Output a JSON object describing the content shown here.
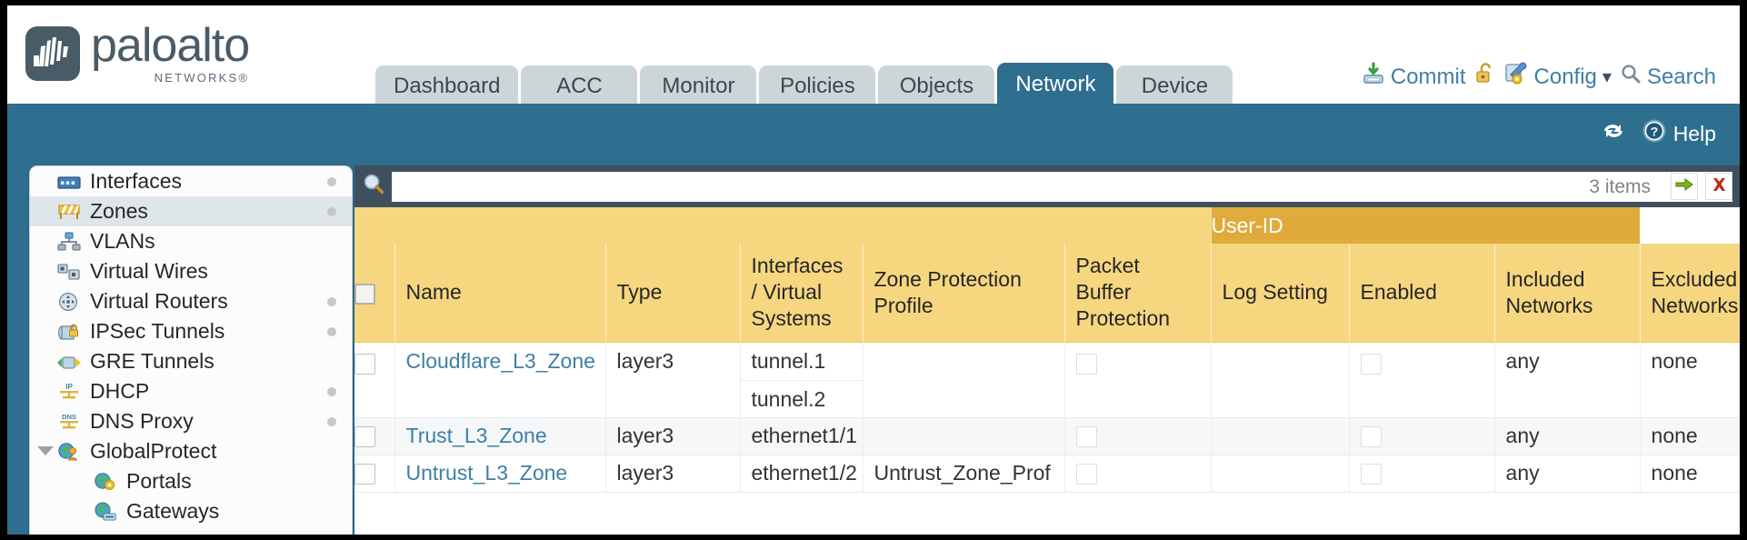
{
  "brand": {
    "name": "paloalto",
    "tagline": "NETWORKS",
    "registered_mark": "®"
  },
  "tabs": [
    {
      "label": "Dashboard",
      "active": false
    },
    {
      "label": "ACC",
      "active": false
    },
    {
      "label": "Monitor",
      "active": false
    },
    {
      "label": "Policies",
      "active": false
    },
    {
      "label": "Objects",
      "active": false
    },
    {
      "label": "Network",
      "active": true
    },
    {
      "label": "Device",
      "active": false
    }
  ],
  "utilities": [
    {
      "label": "Commit",
      "icon": "commit-save-icon"
    },
    {
      "label": "",
      "icon": "unlock-padlock-icon"
    },
    {
      "label": "Config",
      "icon": "config-wrench-key-icon",
      "caret": "▾"
    },
    {
      "label": "Search",
      "icon": "search-magnifier-icon"
    }
  ],
  "banner": {
    "refresh_icon": "refresh-icon",
    "help_icon": "help-question-icon",
    "help_label": "Help"
  },
  "sidebar": {
    "items": [
      {
        "label": "Interfaces",
        "icon": "interfaces-icon",
        "dot": true,
        "selected": false,
        "child": false,
        "caret": false
      },
      {
        "label": "Zones",
        "icon": "zones-icon",
        "dot": true,
        "selected": true,
        "child": false,
        "caret": false
      },
      {
        "label": "VLANs",
        "icon": "vlans-icon",
        "dot": false,
        "selected": false,
        "child": false,
        "caret": false
      },
      {
        "label": "Virtual Wires",
        "icon": "virtual-wires-icon",
        "dot": false,
        "selected": false,
        "child": false,
        "caret": false
      },
      {
        "label": "Virtual Routers",
        "icon": "virtual-routers-icon",
        "dot": true,
        "selected": false,
        "child": false,
        "caret": false
      },
      {
        "label": "IPSec Tunnels",
        "icon": "ipsec-tunnels-icon",
        "dot": true,
        "selected": false,
        "child": false,
        "caret": false
      },
      {
        "label": "GRE Tunnels",
        "icon": "gre-tunnels-icon",
        "dot": false,
        "selected": false,
        "child": false,
        "caret": false
      },
      {
        "label": "DHCP",
        "icon": "dhcp-icon",
        "dot": true,
        "selected": false,
        "child": false,
        "caret": false
      },
      {
        "label": "DNS Proxy",
        "icon": "dns-proxy-icon",
        "dot": true,
        "selected": false,
        "child": false,
        "caret": false
      },
      {
        "label": "GlobalProtect",
        "icon": "globalprotect-icon",
        "dot": false,
        "selected": false,
        "child": false,
        "caret": true
      },
      {
        "label": "Portals",
        "icon": "portals-icon",
        "dot": false,
        "selected": false,
        "child": true,
        "caret": false
      },
      {
        "label": "Gateways",
        "icon": "gateways-icon",
        "dot": false,
        "selected": false,
        "child": true,
        "caret": false
      }
    ]
  },
  "search": {
    "icon": "search-magnifier-icon",
    "value": "",
    "placeholder": "",
    "items_count": "3 items",
    "apply_icon": "green-arrow-apply-icon",
    "clear_icon": "red-x-clear-icon"
  },
  "table": {
    "group_header": {
      "label": "User-ID",
      "span": 3
    },
    "columns": [
      "Name",
      "Type",
      "Interfaces / Virtual Systems",
      "Zone Protection Profile",
      "Packet Buffer Protection",
      "Log Setting",
      "Enabled",
      "Included Networks",
      "Excluded Networks"
    ],
    "rows": [
      {
        "name": "Cloudflare_L3_Zone",
        "type": "layer3",
        "interfaces": [
          "tunnel.1",
          "tunnel.2"
        ],
        "zone_protection_profile": "",
        "packet_buffer_protection": false,
        "log_setting": "",
        "userid_enabled": false,
        "included_networks": "any",
        "excluded_networks": "none"
      },
      {
        "name": "Trust_L3_Zone",
        "type": "layer3",
        "interfaces": [
          "ethernet1/1"
        ],
        "zone_protection_profile": "",
        "packet_buffer_protection": false,
        "log_setting": "",
        "userid_enabled": false,
        "included_networks": "any",
        "excluded_networks": "none"
      },
      {
        "name": "Untrust_L3_Zone",
        "type": "layer3",
        "interfaces": [
          "ethernet1/2"
        ],
        "zone_protection_profile": "Untrust_Zone_Prof",
        "packet_buffer_protection": false,
        "log_setting": "",
        "userid_enabled": false,
        "included_networks": "any",
        "excluded_networks": "none"
      }
    ]
  },
  "colors": {
    "brand_slate": "#4a5b68",
    "tab_active": "#2e6e8e",
    "tab_inactive": "#ccd6d8",
    "banner_blue": "#2e6e8e",
    "searchbar_dark": "#3f4f5e",
    "table_header_gold": "#f6d780",
    "group_header_gold": "#e0ab3c",
    "link_blue": "#3f7fa6"
  }
}
